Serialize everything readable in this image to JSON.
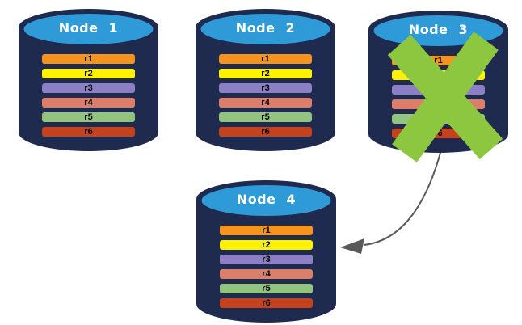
{
  "diagram": {
    "nodes": [
      {
        "title": "Node 1",
        "crossed_out": false
      },
      {
        "title": "Node 2",
        "crossed_out": false
      },
      {
        "title": "Node 3",
        "crossed_out": true
      },
      {
        "title": "Node 4",
        "crossed_out": false
      }
    ],
    "rows": [
      {
        "label": "r1",
        "color": "#F7941E"
      },
      {
        "label": "r2",
        "color": "#FFF200"
      },
      {
        "label": "r3",
        "color": "#8C7FC4"
      },
      {
        "label": "r4",
        "color": "#DD7E6B"
      },
      {
        "label": "r5",
        "color": "#93C47D"
      },
      {
        "label": "r6",
        "color": "#C7411C"
      }
    ],
    "arrow": {
      "from": "Node 3",
      "to": "Node 4",
      "color": "#595959"
    },
    "colors": {
      "cylinder_body": "#1E2B4F",
      "cylinder_top": "#2E9BD8",
      "cross": "#8DC63F",
      "node_title_text": "#FFFFFF",
      "row_text": "#000000"
    }
  }
}
